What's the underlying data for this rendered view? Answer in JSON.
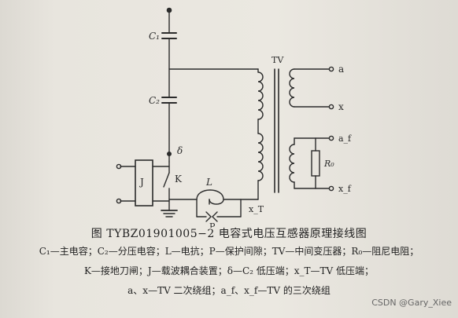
{
  "diagram": {
    "labels": {
      "c1": "C₁",
      "c2": "C₂",
      "delta": "δ",
      "tv": "TV",
      "a": "a",
      "x": "x",
      "af": "a_f",
      "xf": "x_f",
      "r0": "R₀",
      "j": "J",
      "k": "K",
      "l": "L",
      "xt": "x_T",
      "p": "P"
    }
  },
  "caption": {
    "title": "图  TYBZ01901005−2    电容式电压互感器原理接线图",
    "line1": "C₁—主电容；C₂—分压电容；L—电抗；P—保护间隙；TV—中间变压器；R₀—阻尼电阻；",
    "line2": "K—接地刀闸；J—载波耦合装置；δ—C₂ 低压端；x_T—TV 低压端；",
    "line3": "a、x—TV 二次绕组；a_f、x_f—TV 的三次绕组"
  },
  "watermark": "CSDN @Gary_Xiee"
}
